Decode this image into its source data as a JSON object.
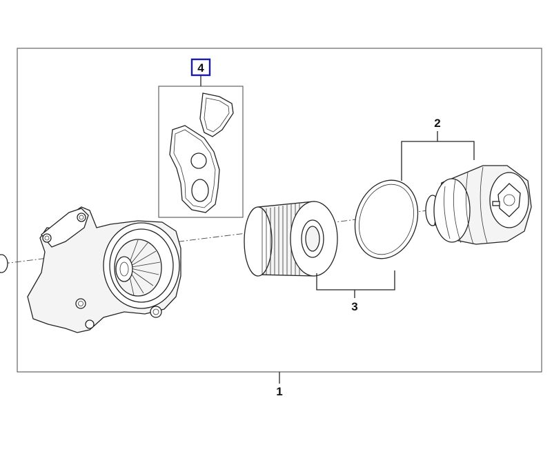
{
  "callouts": [
    {
      "id": "1",
      "label": "1"
    },
    {
      "id": "2",
      "label": "2"
    },
    {
      "id": "3",
      "label": "3"
    },
    {
      "id": "4",
      "label": "4",
      "selected": true
    }
  ],
  "colors": {
    "selection_box": "#1a1aa8",
    "line_art": "#222222",
    "background": "#ffffff"
  },
  "parts": [
    {
      "callout": "1",
      "icon": "oil-filter-housing-icon"
    },
    {
      "callout": "2",
      "icon": "oil-filter-cap-icon"
    },
    {
      "callout": "3",
      "icon": "filter-element-and-o-ring-icon"
    },
    {
      "callout": "4",
      "icon": "gasket-set-icon"
    }
  ]
}
